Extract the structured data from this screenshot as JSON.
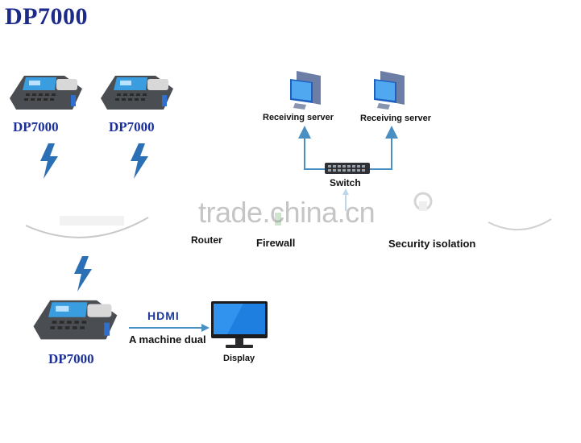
{
  "title": "DP7000",
  "devices": [
    {
      "label": "DP7000"
    },
    {
      "label": "DP7000"
    },
    {
      "label": "DP7000"
    }
  ],
  "network": {
    "servers": [
      {
        "label": "Receiving server"
      },
      {
        "label": "Receiving server"
      }
    ],
    "switch_label": "Switch",
    "router_label": "Router",
    "firewall_label": "Firewall",
    "security_label": "Security isolation"
  },
  "display_link": {
    "hdmi_label": "HDMI",
    "dual_label": "A machine dual",
    "display_label": "Display"
  },
  "watermark": "trade.china.cn",
  "colors": {
    "title": "#1c2a8c",
    "device_label": "#1a2f9a",
    "arrow": "#4a8fc4",
    "lightning": "#2b6fb5"
  }
}
